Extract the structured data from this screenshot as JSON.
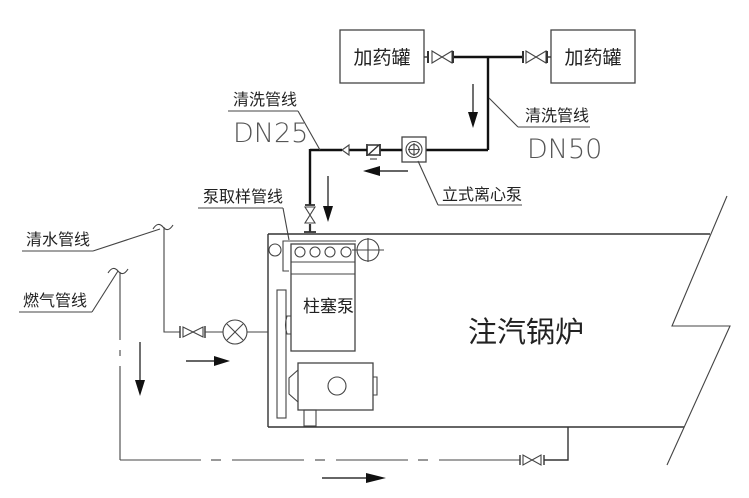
{
  "diagram": {
    "type": "process-flow-schematic",
    "title": "",
    "tanks": [
      {
        "label": "加药罐"
      },
      {
        "label": "加药罐"
      }
    ],
    "labels": {
      "cleaning_line_left": "清洗管线",
      "cleaning_line_left_dn": "DN25",
      "cleaning_line_right": "清洗管线",
      "cleaning_line_right_dn": "DN50",
      "vertical_centrifugal_pump": "立式离心泵",
      "pump_sampling_line": "泵取样管线",
      "clean_water_line": "清水管线",
      "gas_line": "燃气管线",
      "plunger_pump": "柱塞泵",
      "steam_injection_boiler": "注汽锅炉"
    },
    "legend_symbols": {
      "valve": "gate-valve-icon",
      "check_valve": "check-valve-icon",
      "pump": "centrifugal-pump-icon",
      "flow_meter": "flow-meter-icon",
      "flow_arrow": "flow-arrow-icon",
      "break_line": "break-line-icon"
    },
    "colors": {
      "line": "#333333",
      "background": "#ffffff"
    }
  }
}
